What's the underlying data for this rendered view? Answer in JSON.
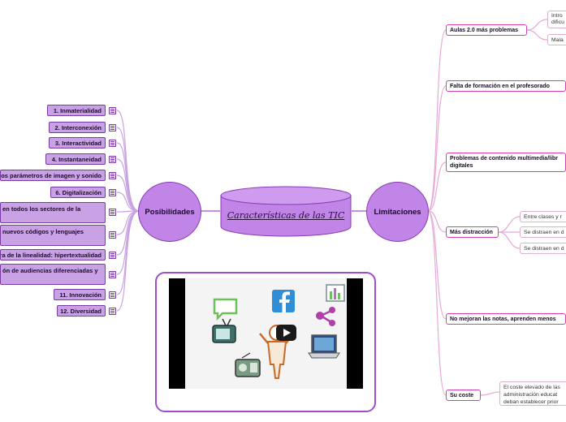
{
  "center": {
    "title": "Características de las TIC"
  },
  "possibilities": {
    "label": "Posibilidades",
    "items": [
      "1. Inmaterialidad",
      "2. Interconexión",
      "3. Interactividad",
      "4. Instantaneidad",
      "dos parámetros de imagen y sonido",
      "6. Digitalización",
      "en todos los sectores de la",
      "nuevos códigos y lenguajes",
      "ra de la linealidad: hipertextualidad",
      "ón de audiencias diferenciadas y",
      "11. Innovación",
      "12. Diversidad"
    ]
  },
  "limitations": {
    "label": "Limitaciones",
    "items": [
      {
        "label": "Aulas 2.0 más problemas"
      },
      {
        "label": "Falta de formación en el profesorado"
      },
      {
        "label": "Problemas de contenido multimedia/libr digitales"
      },
      {
        "label": "Más distracción"
      },
      {
        "label": "No mejoran las notas, aprenden menos"
      },
      {
        "label": "Su coste"
      }
    ],
    "subitems": {
      "aulas": [
        "Intro dificu",
        "Mala"
      ],
      "distraccion": [
        "Entre clases y r",
        "Se distraen en d",
        "Se distraen en d"
      ],
      "coste": [
        "El coste elevado de las administración educat deban establecer prior"
      ]
    }
  },
  "video": {
    "icons": [
      "speech-bubble-icon",
      "facebook-icon",
      "chart-icon",
      "share-icon",
      "tv-icon",
      "person-icon",
      "laptop-icon",
      "radio-icon",
      "play-icon"
    ],
    "colors": {
      "frame": "#9b4fc9",
      "screen": "#f4f4f4"
    }
  },
  "colors": {
    "left_branch": "#c9a2e6",
    "hub": "#c085e6",
    "right_border": "#d43fb5",
    "right_wire": "#e8a9d7"
  }
}
